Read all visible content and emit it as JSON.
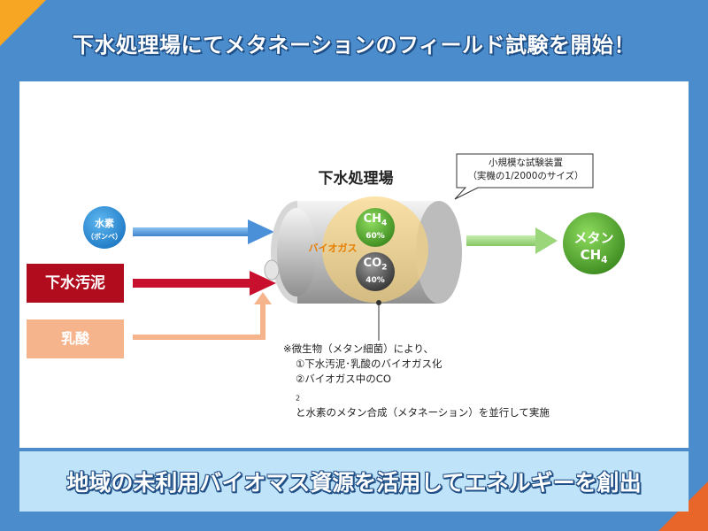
{
  "header": {
    "title": "下水処理場にてメタネーションのフィールド試験を開始！"
  },
  "diagram": {
    "plant_label": "下水処理場",
    "callout": {
      "line1": "小規模な試験装置",
      "line2": "（実機の1/2000のサイズ）"
    },
    "inputs": {
      "hydrogen": {
        "label": "水素",
        "sub": "（ボンベ）"
      },
      "sewage_sludge": "下水汚泥",
      "lactic_acid": "乳酸"
    },
    "biogas_label": "バイオガス",
    "ch4": {
      "formula": "CH",
      "sub": "4",
      "percent": "60%"
    },
    "co2": {
      "formula": "CO",
      "sub": "2",
      "percent": "40%"
    },
    "output": {
      "line1": "メタン",
      "formula": "CH",
      "sub": "4"
    },
    "note": {
      "line1": "※微生物（メタン細菌）により、",
      "line2": "①下水汚泥･乳酸のバイオガス化",
      "line3_a": "②バイオガス中のCO",
      "line3_sub": "2",
      "line3_b": "と水素のメタン合成（メタネーション）を並行して実施"
    },
    "colors": {
      "hydrogen_arrow": "#4a90d9",
      "sludge_arrow": "#c8102e",
      "lactic_arrow": "#f6b48c",
      "output_arrow": "#9bd67a",
      "ch4_ball": "#4fa32b",
      "co2_ball": "#555555",
      "biogas_glow": "#f7d37a"
    }
  },
  "footer": {
    "text": "地域の未利用バイオマス資源を活用してエネルギーを創出"
  }
}
